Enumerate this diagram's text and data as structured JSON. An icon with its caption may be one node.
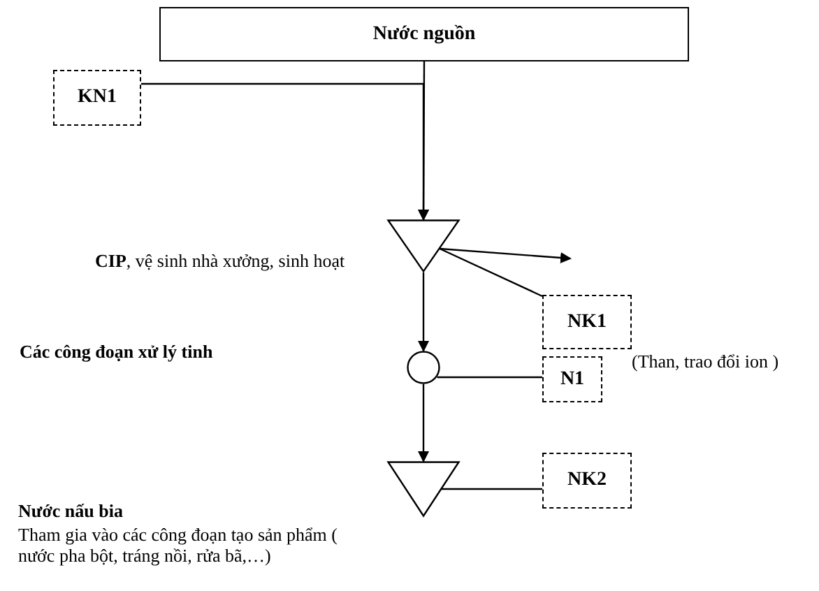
{
  "diagram": {
    "nodes": [
      {
        "text": [
          "Nước nguồn"
        ]
      },
      {
        "text": [
          "KN1"
        ]
      },
      {
        "text": [],
        "shape": "triangle",
        "beside": [
          "**CIP**, vệ sinh nhà xưởng, sinh hoạt"
        ]
      },
      {
        "text": [
          "NK1"
        ],
        "beside": [
          "(Than, trao đổi ion )"
        ]
      },
      {
        "text": [],
        "shape": "circle"
      },
      {
        "text": [
          "N1"
        ]
      },
      {
        "text": [],
        "shape": "triangle",
        "beside": [
          "Nước nấu bia",
          "Tham gia vào các công đoạn tạo sản phẩm ( nước pha bột, tráng nồi, rửa bã,…)"
        ]
      },
      {
        "text": [
          "NK2"
        ]
      }
    ],
    "edges": [
      {
        "from": 0,
        "to": 2,
        "arrow": "to"
      },
      {
        "from": 1,
        "to": 2,
        "arrow": "to"
      },
      {
        "from": 2,
        "to": null,
        "arrow": "to"
      },
      {
        "from": 2,
        "to": 3,
        "arrow": "none"
      },
      {
        "from": 2,
        "to": 4,
        "arrow": "to"
      },
      {
        "from": 4,
        "to": 5,
        "arrow": "none"
      },
      {
        "from": 4,
        "to": 6,
        "arrow": "to"
      },
      {
        "from": 6,
        "to": 7,
        "arrow": "none"
      }
    ],
    "labels": [
      "Các công đoạn xử lý tinh"
    ]
  }
}
